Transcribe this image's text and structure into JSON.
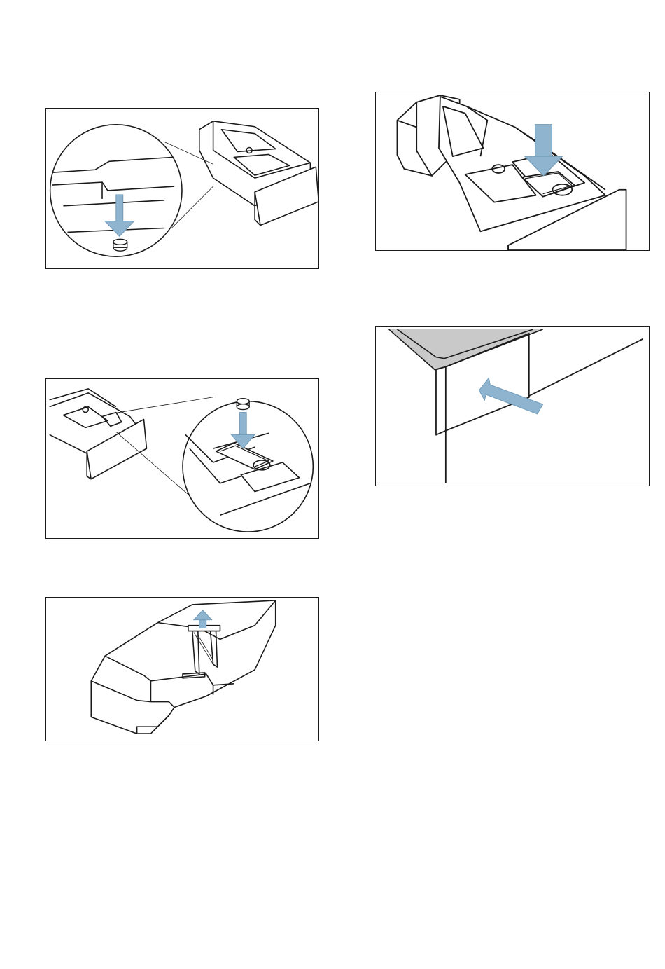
{
  "page": {
    "figures": [
      {
        "id": "remove-siphon-cap",
        "subject": "dispenser-drawer-with-magnified-siphon-cap",
        "arrow": "down"
      },
      {
        "id": "insert-siphon-insert",
        "subject": "dispenser-drawer-insert",
        "arrow": "down"
      },
      {
        "id": "push-drawer-in",
        "subject": "detergent-drawer-slot",
        "arrow": "in"
      },
      {
        "id": "fit-siphon-cap",
        "subject": "drawer-with-magnified-siphon",
        "arrow": "down"
      },
      {
        "id": "pull-out-insert",
        "subject": "detergent-drawer-insert",
        "arrow": "up"
      }
    ]
  },
  "colors": {
    "line": "#1a1a1a",
    "arrow": "#8fb4cf",
    "arrow_edge": "#6f9ab8",
    "trim": "#c9c9c9",
    "background": "#ffffff"
  }
}
